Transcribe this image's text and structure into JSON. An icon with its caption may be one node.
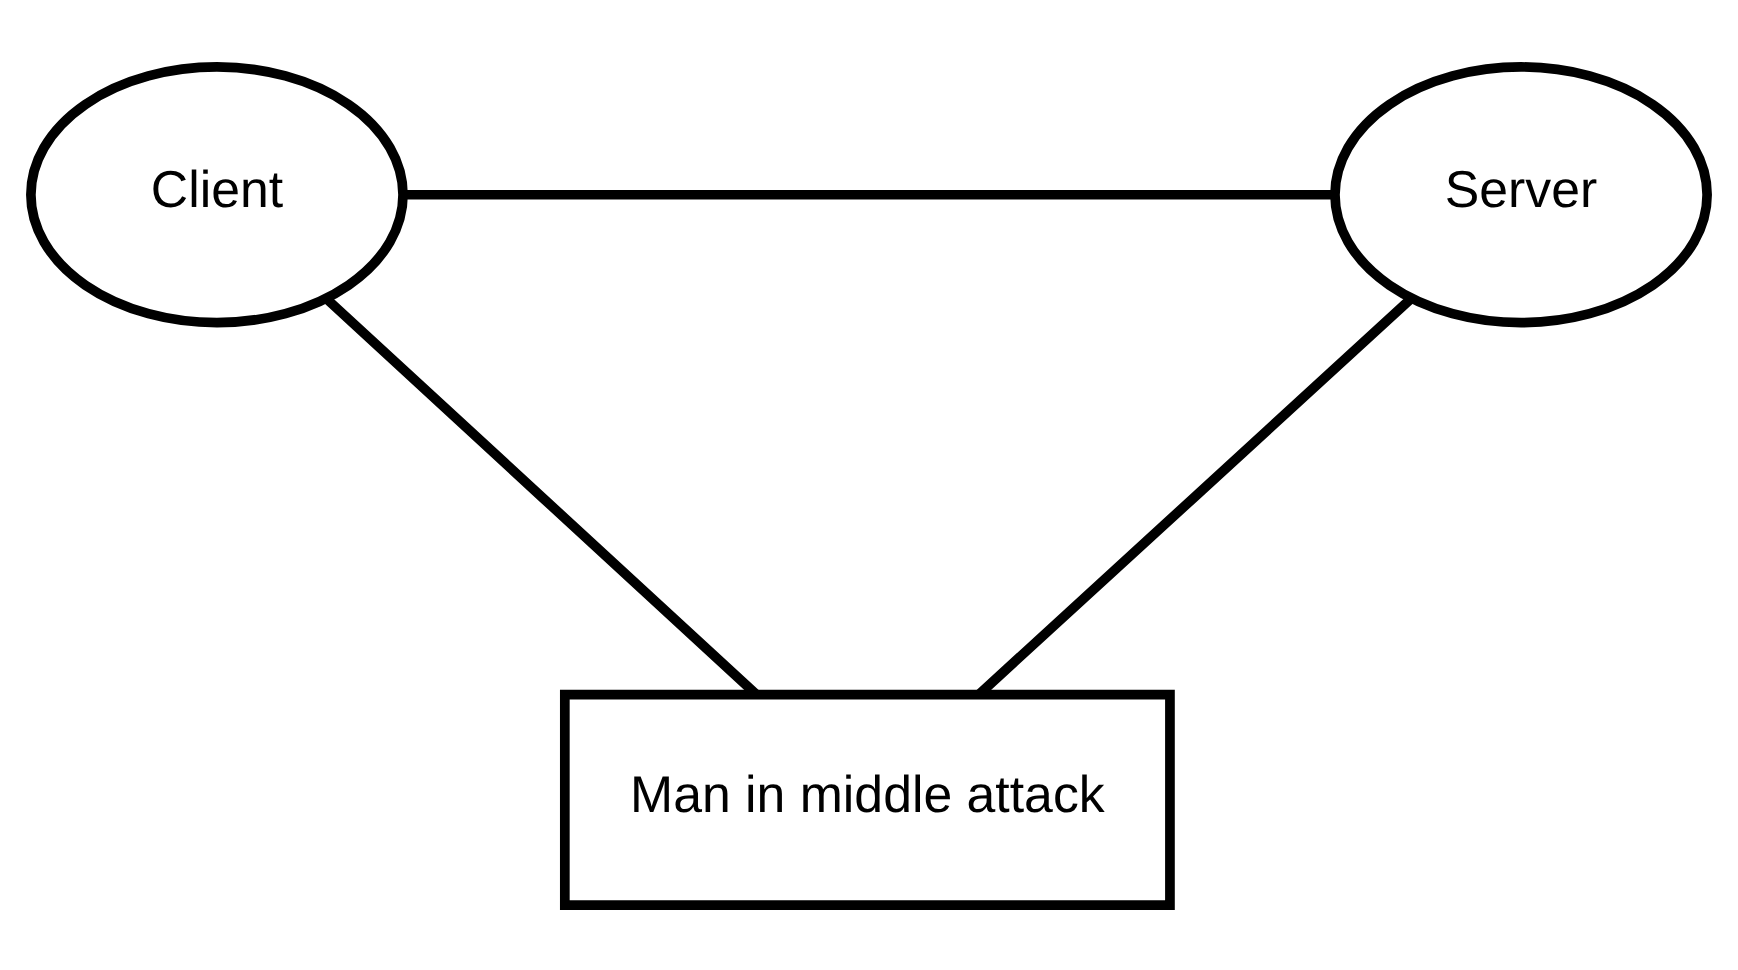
{
  "diagram": {
    "nodes": [
      {
        "text": [
          "Client"
        ]
      },
      {
        "text": [
          "Server"
        ]
      },
      {
        "text": [
          "Man in middle attack"
        ]
      }
    ],
    "edges": [
      {
        "from": 0,
        "to": 1,
        "arrow": "none"
      },
      {
        "from": 0,
        "to": 2,
        "arrow": "none"
      },
      {
        "from": 1,
        "to": 2,
        "arrow": "none"
      }
    ]
  }
}
